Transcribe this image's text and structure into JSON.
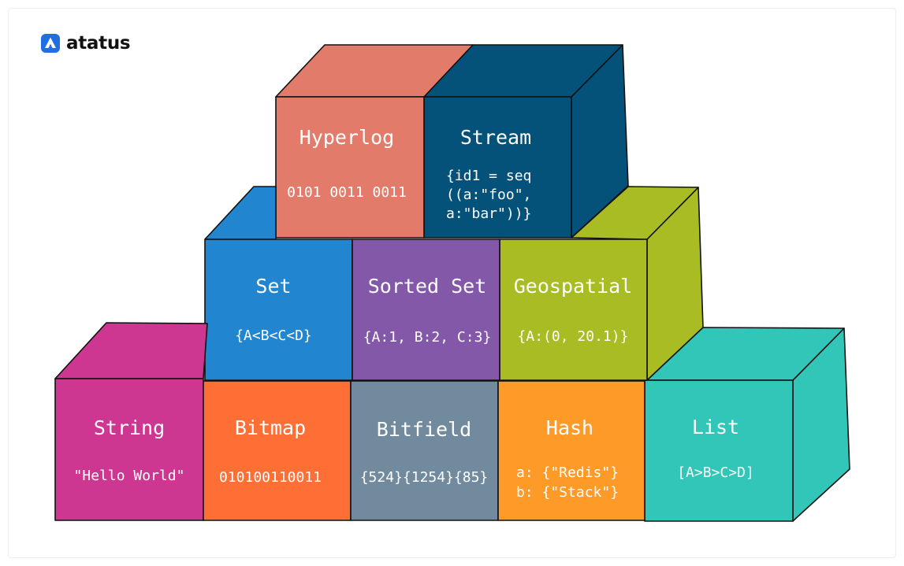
{
  "brand": {
    "name": "atatus",
    "icon": "atatus-logo-icon",
    "color": "#1e6fe0"
  },
  "blocks": [
    {
      "id": "hyperlog",
      "title": "Hyperlog",
      "value": [
        "0101 0011 0011"
      ],
      "color": "#e27b6a",
      "color_top": "#e27b6a",
      "color_side": "#e27b6a"
    },
    {
      "id": "stream",
      "title": "Stream",
      "value": [
        "{id1 = seq",
        "((a:\"foo\",",
        "a:\"bar\"))}"
      ],
      "color": "#04527a",
      "color_top": "#04527a",
      "color_side": "#04527a"
    },
    {
      "id": "set",
      "title": "Set",
      "value": [
        "{A<B<C<D}"
      ],
      "color": "#2285cf",
      "color_top": "#2285cf",
      "color_side": "#2285cf"
    },
    {
      "id": "sorted-set",
      "title": "Sorted Set",
      "value": [
        "{A:1, B:2, C:3}"
      ],
      "color": "#8358a8",
      "color_top": "#8358a8",
      "color_side": "#8358a8"
    },
    {
      "id": "geospatial",
      "title": "Geospatial",
      "value": [
        "{A:(0, 20.1)}"
      ],
      "color": "#a9bc23",
      "color_top": "#a9bc23",
      "color_side": "#a9bc23"
    },
    {
      "id": "string",
      "title": "String",
      "value": [
        "\"Hello World\""
      ],
      "color": "#cd3791",
      "color_top": "#cd3791",
      "color_side": "#cd3791"
    },
    {
      "id": "bitmap",
      "title": "Bitmap",
      "value": [
        "010100110011"
      ],
      "color": "#fe6f36",
      "color_top": "#fe6f36",
      "color_side": "#fe6f36"
    },
    {
      "id": "bitfield",
      "title": "Bitfield",
      "value": [
        "{524}{1254}{85}"
      ],
      "color": "#728a9d",
      "color_top": "#728a9d",
      "color_side": "#728a9d"
    },
    {
      "id": "hash",
      "title": "Hash",
      "value": [
        "a: {\"Redis\"}",
        "b: {\"Stack\"}"
      ],
      "color": "#fe9a28",
      "color_top": "#fe9a28",
      "color_side": "#fe9a28"
    },
    {
      "id": "list",
      "title": "List",
      "value": [
        "[A>B>C>D]"
      ],
      "color": "#31c6b7",
      "color_top": "#31c6b7",
      "color_side": "#31c6b7"
    }
  ]
}
